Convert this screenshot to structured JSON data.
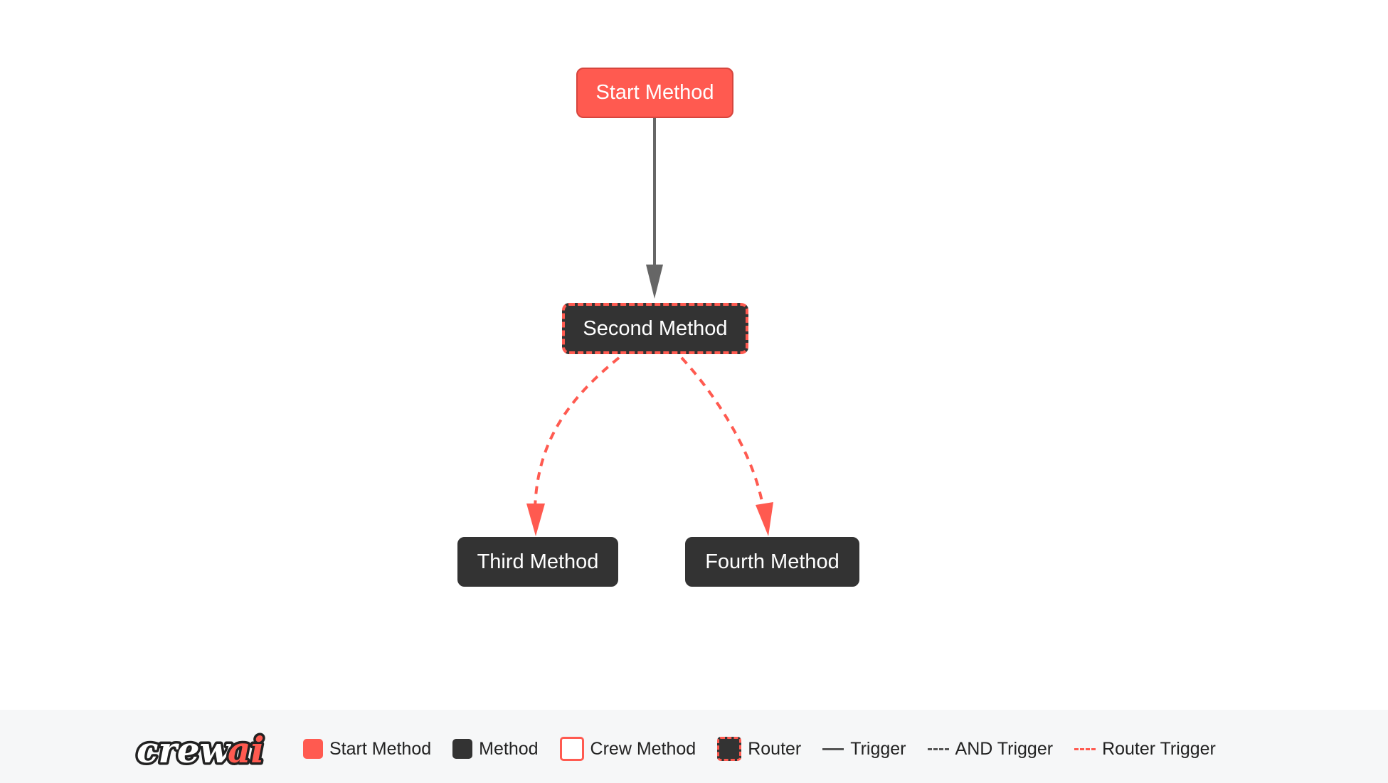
{
  "nodes": {
    "start": "Start Method",
    "second": "Second Method",
    "third": "Third Method",
    "fourth": "Fourth Method"
  },
  "edges": [
    {
      "from": "Start Method",
      "to": "Second Method",
      "style": "trigger"
    },
    {
      "from": "Second Method",
      "to": "Third Method",
      "style": "router-trigger"
    },
    {
      "from": "Second Method",
      "to": "Fourth Method",
      "style": "router-trigger"
    }
  ],
  "legend": {
    "logo_text": "crewai",
    "start_method": "Start Method",
    "method": "Method",
    "crew_method": "Crew Method",
    "router": "Router",
    "trigger": "Trigger",
    "and_trigger": "AND Trigger",
    "router_trigger": "Router Trigger"
  },
  "colors": {
    "accent": "#ff5a50",
    "method": "#333333",
    "trigger_line": "#555555",
    "legend_bg": "#f6f7f8"
  }
}
